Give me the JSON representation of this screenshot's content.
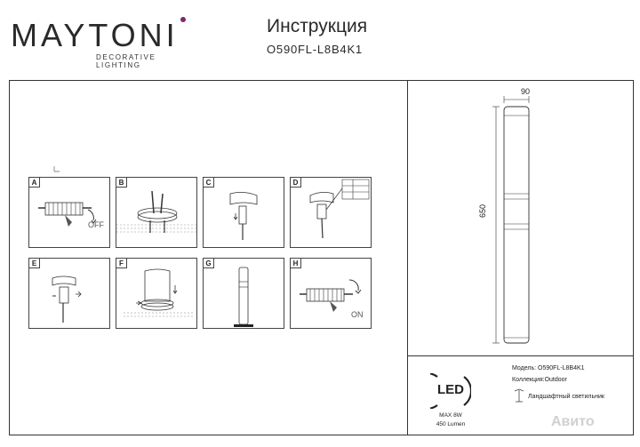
{
  "brand": {
    "name": "MAYTONI",
    "tagline": "DECORATIVE LIGHTING",
    "accent_color": "#7a2b6a"
  },
  "document": {
    "title": "Инструкция",
    "model": "O590FL-L8B4K1"
  },
  "steps": [
    {
      "letter": "A",
      "caption": "OFF"
    },
    {
      "letter": "B",
      "caption": ""
    },
    {
      "letter": "C",
      "caption": ""
    },
    {
      "letter": "D",
      "caption": ""
    },
    {
      "letter": "E",
      "caption": ""
    },
    {
      "letter": "F",
      "caption": ""
    },
    {
      "letter": "G",
      "caption": ""
    },
    {
      "letter": "H",
      "caption": "ON"
    }
  ],
  "drawing": {
    "width_label": "90",
    "height_label": "650"
  },
  "specs": {
    "led_label": "LED",
    "power": "MAX 8W",
    "lumen": "450 Lumen"
  },
  "info": {
    "model_line": "Модель:   O590FL-L8B4K1",
    "collection_line": "Коллекция:Outdoor",
    "type_line": "Ландшафтный светильник"
  },
  "watermark": "Авито"
}
